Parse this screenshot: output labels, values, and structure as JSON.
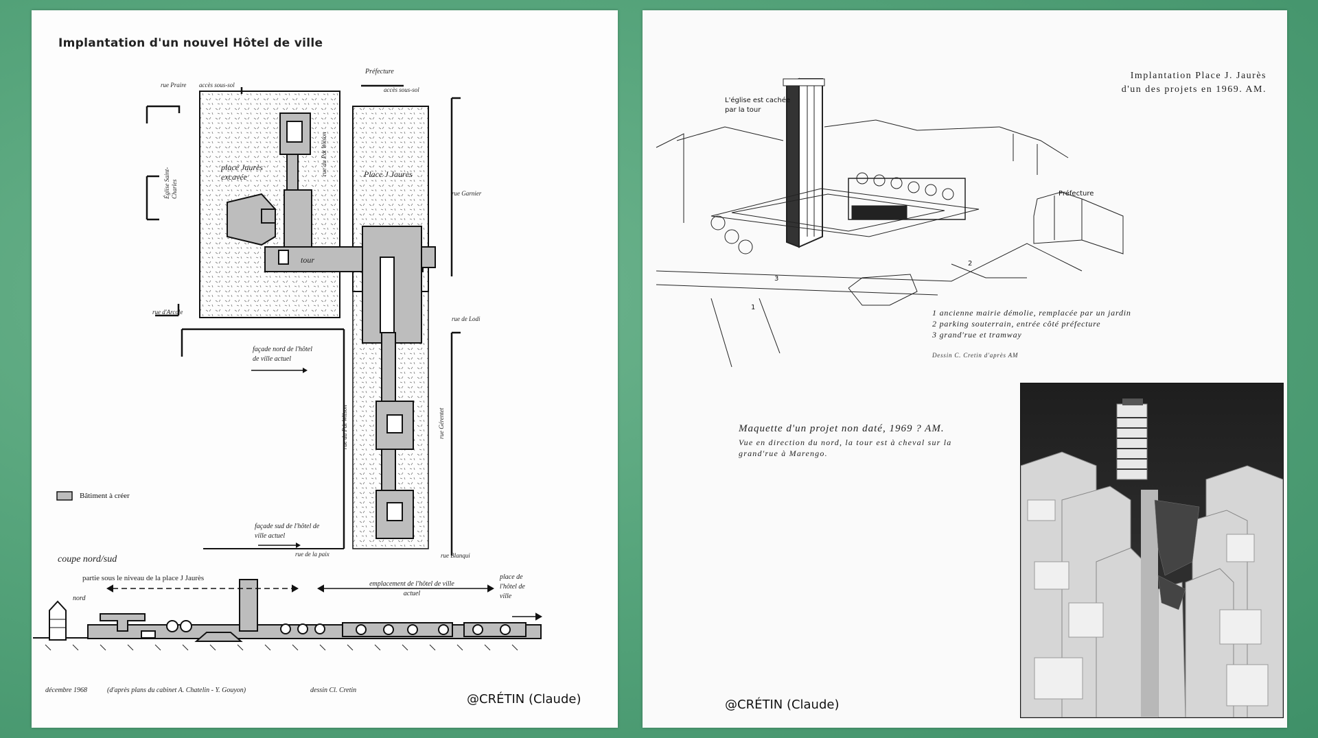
{
  "left_page": {
    "title": "Implantation d'un nouvel Hôtel de ville",
    "labels": {
      "rue_praire": "rue Praire",
      "acces_sous_sol_1": "accès sous-sol",
      "prefecture": "Préfecture",
      "acces_sous_sol_2": "accès sous-sol",
      "place_jaures_excavee": "placé Jaurès excavée",
      "place_j_jaures": "Place J Jaurès",
      "rue_du_pdt_wilson_top": "rue du Pdt Wilson",
      "eglise": "Église Saint-Charles",
      "rue_garnier": "rue Garnier",
      "tour": "tour",
      "rue_arcole": "rue d'Arcole",
      "rue_de_lodi": "rue de Lodi",
      "facade_nord": "façade nord de l'hôtel de ville actuel",
      "rue_du_pdt_wilson": "rue du Pdt Wilson",
      "rue_gerentet": "rue Gérentet",
      "legend_batiment": "Bâtiment à créer",
      "facade_sud": "façade sud de l'hôtel de ville actuel",
      "rue_de_la_paix": "rue de la paix",
      "rue_blanqui": "rue Blanqui",
      "coupe": "coupe nord/sud",
      "partie_sous": "partie sous le niveau de la place J Jaurès",
      "emplacement": "emplacement de l'hôtel de ville actuel",
      "place_hotel": "place de l'hôtel de ville",
      "nord": "nord",
      "footer_date": "décembre 1968",
      "footer_plans": "(d'après plans  du cabinet A. Chatelin - Y. Gouyon)",
      "footer_dessin": "dessin Cl. Cretin"
    },
    "credit": "@CRÉTIN (Claude)"
  },
  "right_page": {
    "caption_line1": "Implantation Place J. Jaurès",
    "caption_line2": "d'un des projets en 1969. AM.",
    "eglise_label_1": "L'église est cachée",
    "eglise_label_2": "par la tour",
    "prefecture_label": "Préfecture",
    "num_1": "1",
    "num_2": "2",
    "num_3": "3",
    "legend": [
      "1 ancienne mairie démolie, remplacée par un jardin",
      "2 parking souterrain, entrée côté préfecture",
      "3 grand'rue et tramway"
    ],
    "dessin": "Dessin C. Cretin d'après AM",
    "maquette_title": "Maquette d'un projet non daté, 1969 ? AM.",
    "maquette_sub1": "Vue en direction du nord, la tour est à cheval sur la",
    "maquette_sub2": "grand'rue à Marengo.",
    "credit": "@CRÉTIN (Claude)"
  },
  "colors": {
    "background": "#57a57c",
    "building_fill": "#bdbdbd",
    "ink": "#222222"
  }
}
